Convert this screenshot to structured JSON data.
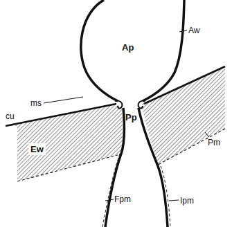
{
  "diagram": {
    "labels": [
      "Ap",
      "Aw",
      "ms",
      "cu",
      "Ew",
      "Pp",
      "Pm",
      "Fpm",
      "Ipm"
    ]
  }
}
